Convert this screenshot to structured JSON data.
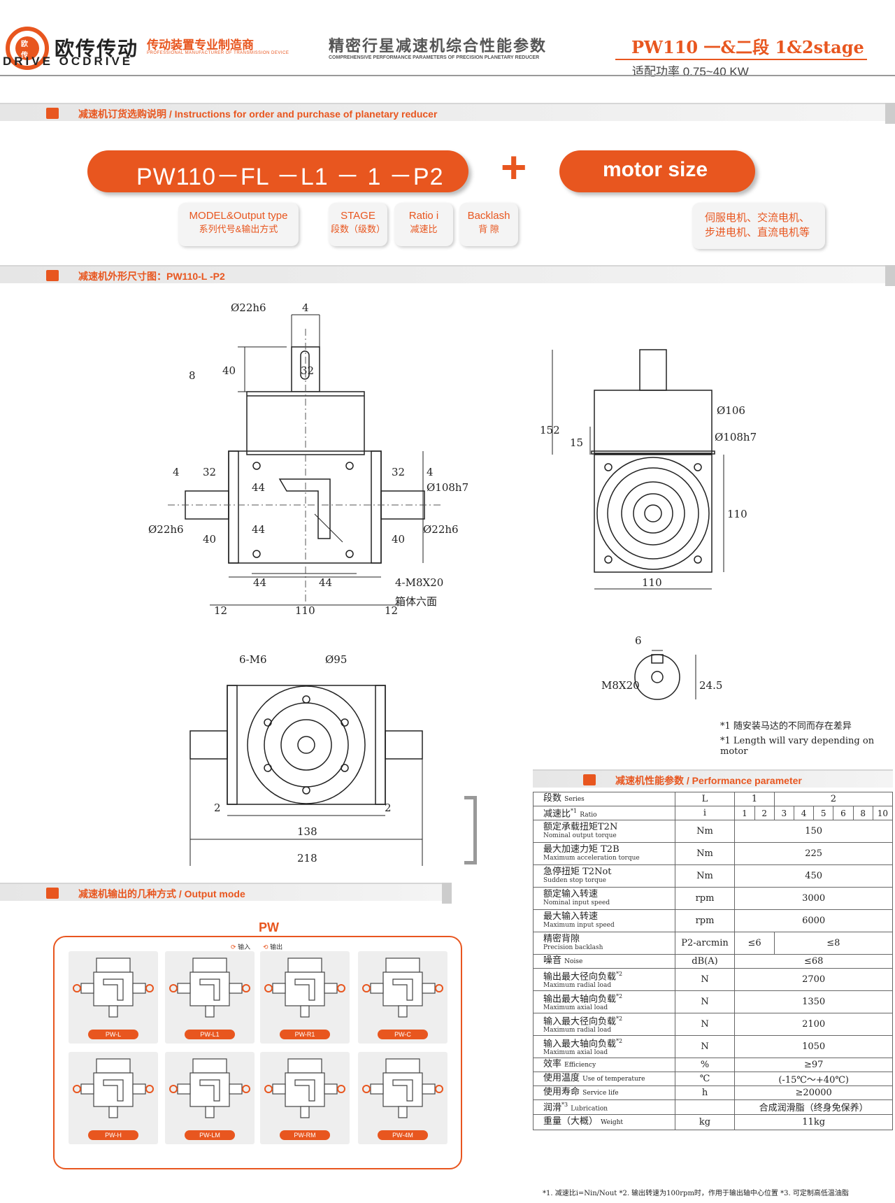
{
  "header": {
    "brand_cn": "欧传传动",
    "brand_en": "DRIVE OCDRIVE",
    "logo_chars": [
      "欧",
      "传"
    ],
    "tagline_cn": "传动装置专业制造商",
    "tagline_en": "PROFESSIONAL MANUFACTURER OF TRANSMISSION DEVICE",
    "title_cn": "精密行星减速机综合性能参数",
    "title_en": "COMPREHENSIVE PERFORMANCE PARAMETERS OF PRECISION PLANETARY REDUCER",
    "model": "PW110 一&二段 1&2stage",
    "power": "适配功率 0.75~40 KW"
  },
  "sections": {
    "order": "减速机订货选购说明 / Instructions for order and purchase of planetary reducer",
    "outline": "减速机外形尺寸图：PW110-L -P2",
    "output": "减速机输出的几种方式 / Output mode",
    "performance": "减速机性能参数 / Performance parameter"
  },
  "order": {
    "code": "PW110－FL －L1 － 1 －P2",
    "plus": "+",
    "motor": "motor size",
    "notes": [
      {
        "main": "MODEL&Output type",
        "sub": "系列代号&输出方式"
      },
      {
        "main": "STAGE",
        "sub": "段数（级数）"
      },
      {
        "main": "Ratio i",
        "sub": "减速比"
      },
      {
        "main": "Backlash",
        "sub": "背  隙"
      }
    ],
    "motor_note_1": "伺服电机、交流电机、",
    "motor_note_2": "步进电机、直流电机等"
  },
  "drawing": {
    "front": {
      "d22h6_top": "Ø22h6",
      "d4": "4",
      "d40": "40",
      "d32": "32",
      "d8": "8",
      "l4": "4",
      "l32": "32",
      "l44a": "44",
      "l44b": "44",
      "ld22": "Ø22h6",
      "l40": "40",
      "r32": "32",
      "r4": "4",
      "rd22": "Ø22h6",
      "r40": "40",
      "d108": "Ø108h7",
      "b44a": "44",
      "b44b": "44",
      "b12a": "12",
      "b110": "110",
      "b12b": "12",
      "m8": "4-M8X20",
      "hex": "箱体六面"
    },
    "side": {
      "d152": "152",
      "d106": "Ø106",
      "d15": "15",
      "d108": "Ø108h7",
      "d110v": "110",
      "d110h": "110"
    },
    "bottom": {
      "m6": "6-M6",
      "d95": "Ø95",
      "l2": "2",
      "r2": "2",
      "d138": "138",
      "d218": "218"
    },
    "key": {
      "d6": "6",
      "m8": "M8X20",
      "d245": "24.5"
    }
  },
  "notes": {
    "n1_cn": "*1 随安装马达的不同而存在差异",
    "n1_en": "*1 Length will vary depending on motor"
  },
  "output_mode": {
    "title": "PW",
    "legend_in": "输入",
    "legend_out": "输出",
    "modes": [
      "PW-L",
      "PW-L1",
      "PW-R1",
      "PW-C",
      "PW-H",
      "PW-LM",
      "PW-RM",
      "PW-4M"
    ]
  },
  "performance": {
    "rows": [
      {
        "name": "段数",
        "en": "Series",
        "unit": "L",
        "val": ""
      },
      {
        "name": "减速比",
        "en": "Ratio",
        "sup": "*1",
        "unit": "i",
        "val": ""
      },
      {
        "name": "额定承载扭矩T2N",
        "en": "Nominal output torque",
        "unit": "Nm",
        "val": "150"
      },
      {
        "name": "最大加速力矩 T2B",
        "en": "Maximum acceleration torque",
        "unit": "Nm",
        "val": "225"
      },
      {
        "name": "急停扭矩 T2Not",
        "en": "Sudden stop torque",
        "unit": "Nm",
        "val": "450"
      },
      {
        "name": "额定输入转速",
        "en": "Nominal input speed",
        "unit": "rpm",
        "val": "3000"
      },
      {
        "name": "最大输入转速",
        "en": "Maximum input speed",
        "unit": "rpm",
        "val": "6000"
      },
      {
        "name": "精密背隙",
        "en": "Precision backlash",
        "unit": "P2-arcmin",
        "val": ""
      },
      {
        "name": "噪音",
        "en": "Noise",
        "unit": "dB(A)",
        "val": "≤68"
      },
      {
        "name": "输出最大径向负载",
        "en": "Maximum radial load",
        "sup": "*2",
        "unit": "N",
        "val": "2700"
      },
      {
        "name": "输出最大轴向负载",
        "en": "Maximum axial load",
        "sup": "*2",
        "unit": "N",
        "val": "1350"
      },
      {
        "name": "输入最大径向负载",
        "en": "Maximum radial load",
        "sup": "*2",
        "unit": "N",
        "val": "2100"
      },
      {
        "name": "输入最大轴向负载",
        "en": "Maximum axial load",
        "sup": "*2",
        "unit": "N",
        "val": "1050"
      },
      {
        "name": "效率",
        "en": "Efficiency",
        "unit": "%",
        "val": "≥97"
      },
      {
        "name": "使用温度",
        "en": "Use of temperature",
        "unit": "℃",
        "val": "(-15℃～+40℃)"
      },
      {
        "name": "使用寿命",
        "en": "Service life",
        "unit": "h",
        "val": "≥20000"
      },
      {
        "name": "润滑",
        "en": "Lubrication",
        "sup": "*3",
        "unit": "",
        "val": "合成润滑脂（终身免保养）"
      },
      {
        "name": "重量（大概）",
        "en": "Weight",
        "unit": "kg",
        "val": "11kg"
      }
    ],
    "series_1": "1",
    "series_2": "2",
    "ratios": [
      "1",
      "2",
      "3",
      "4",
      "5",
      "6",
      "8",
      "10"
    ],
    "backlash_1": "≤6",
    "backlash_2": "≤8",
    "footnote": "*1. 减速比i=Nin/Nout   *2. 输出转速为100rpm时，作用于输出轴中心位置   *3. 可定制高低温油脂"
  },
  "colors": {
    "accent": "#e8561f",
    "bar_bg": "#ececec"
  }
}
